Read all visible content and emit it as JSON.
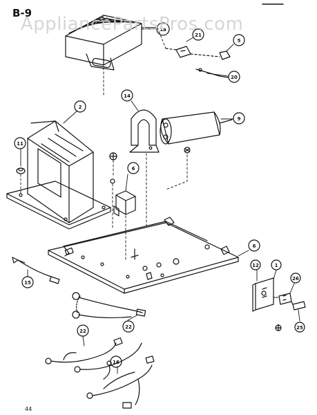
{
  "sheet_label": "B-9",
  "page_number": "44",
  "watermark": "AppliancePartsPros.com",
  "callouts": [
    "1a",
    "21",
    "5",
    "20",
    "14",
    "9",
    "2",
    "11",
    "6",
    "6",
    "15",
    "22",
    "22",
    "12",
    "1",
    "26",
    "25",
    "16"
  ]
}
